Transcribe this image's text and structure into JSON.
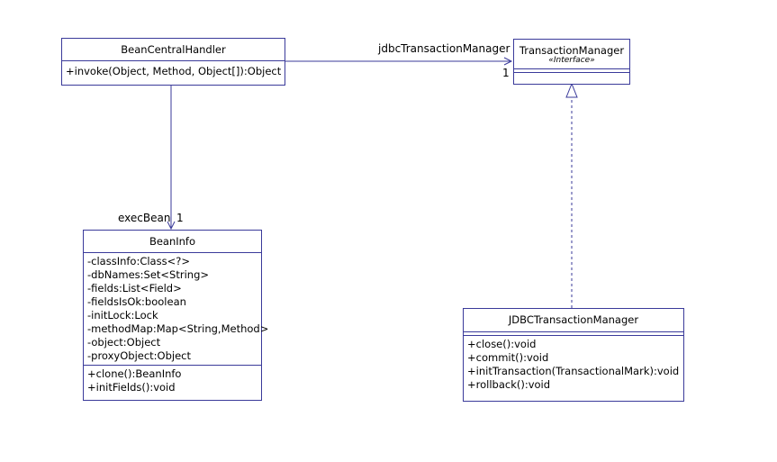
{
  "classes": {
    "bean_central_handler": {
      "name": "BeanCentralHandler",
      "attributes": [],
      "operations": [
        "+invoke(Object, Method, Object[]):Object"
      ]
    },
    "transaction_manager": {
      "name": "TransactionManager",
      "stereotype": "«Interface»",
      "attributes": [],
      "operations": []
    },
    "bean_info": {
      "name": "BeanInfo",
      "attributes": [
        "-classInfo:Class<?>",
        "-dbNames:Set<String>",
        "-fields:List<Field>",
        "-fieldsIsOk:boolean",
        "-initLock:Lock",
        "-methodMap:Map<String,Method>",
        "-object:Object",
        "-proxyObject:Object"
      ],
      "operations": [
        "+clone():BeanInfo",
        "+initFields():void"
      ]
    },
    "jdbc_transaction_manager": {
      "name": "JDBCTransactionManager",
      "attributes": [],
      "operations": [
        "+close():void",
        "+commit():void",
        "+initTransaction(TransactionalMark):void",
        "+rollback():void"
      ]
    }
  },
  "associations": {
    "handler_to_txmanager": {
      "role": "jdbcTransactionManager",
      "multiplicity": "1"
    },
    "handler_to_beaninfo": {
      "role": "execBean",
      "multiplicity": "1"
    }
  },
  "colors": {
    "line": "#3a3a9a",
    "box_border": "#3a3a9a",
    "background": "#ffffff",
    "text": "#000000"
  }
}
